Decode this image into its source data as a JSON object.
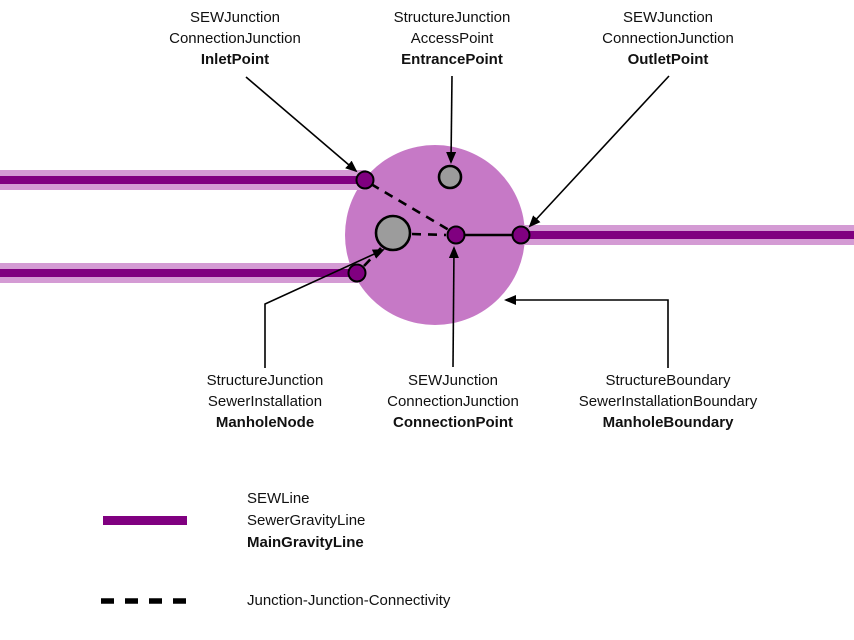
{
  "colors": {
    "manhole_fill": "#c679c6",
    "pipe_casing": "#d49bd4",
    "pipe_core": "#800080",
    "junction_fill": "#800080",
    "node_gray": "#9c9c9c"
  },
  "callouts": {
    "inlet": {
      "line1": "SEWJunction",
      "line2": "ConnectionJunction",
      "line3": "InletPoint"
    },
    "entrance": {
      "line1": "StructureJunction",
      "line2": "AccessPoint",
      "line3": "EntrancePoint"
    },
    "outlet": {
      "line1": "SEWJunction",
      "line2": "ConnectionJunction",
      "line3": "OutletPoint"
    },
    "manhole_node": {
      "line1": "StructureJunction",
      "line2": "SewerInstallation",
      "line3": "ManholeNode"
    },
    "connection_point": {
      "line1": "SEWJunction",
      "line2": "ConnectionJunction",
      "line3": "ConnectionPoint"
    },
    "manhole_boundary": {
      "line1": "StructureBoundary",
      "line2": "SewerInstallationBoundary",
      "line3": "ManholeBoundary"
    }
  },
  "legend": {
    "gravity_line": {
      "line1": "SEWLine",
      "line2": "SewerGravityLine",
      "line3": "MainGravityLine"
    },
    "connectivity": {
      "label": "Junction-Junction-Connectivity"
    }
  }
}
